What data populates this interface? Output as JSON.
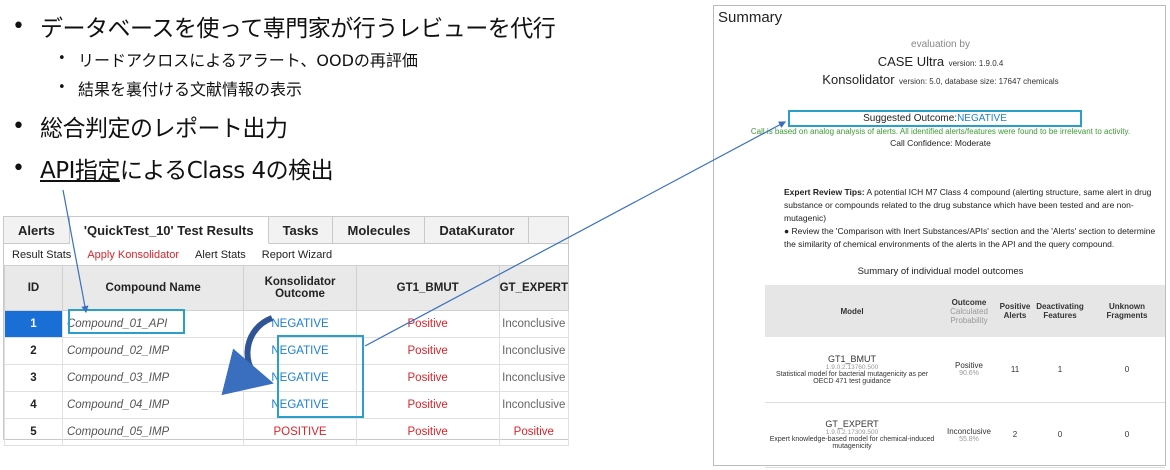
{
  "bullets": {
    "b1": "データベースを使って専門家が行うレビューを代行",
    "b1_sub1": "リードアクロスによるアラート、OODの再評価",
    "b1_sub2": "結果を裏付ける文献情報の表示",
    "b2": "総合判定のレポート出力",
    "b3_api": "API指定",
    "b3_rest": "によるClass 4の検出"
  },
  "app": {
    "tabs": [
      "Alerts",
      "'QuickTest_10' Test Results",
      "Tasks",
      "Molecules",
      "DataKurator"
    ],
    "subbar": [
      "Result Stats",
      "Apply Konsolidator",
      "Alert Stats",
      "Report Wizard"
    ],
    "columns": [
      "ID",
      "Compound Name",
      "Konsolidator Outcome",
      "GT1_BMUT",
      "GT_EXPERT"
    ],
    "rows": [
      {
        "id": "1",
        "name": "Compound_01_API",
        "outcome": "NEGATIVE",
        "gt1": "Positive",
        "expert": "Inconclusive"
      },
      {
        "id": "2",
        "name": "Compound_02_IMP",
        "outcome": "NEGATIVE",
        "gt1": "Positive",
        "expert": "Inconclusive"
      },
      {
        "id": "3",
        "name": "Compound_03_IMP",
        "outcome": "NEGATIVE",
        "gt1": "Positive",
        "expert": "Inconclusive"
      },
      {
        "id": "4",
        "name": "Compound_04_IMP",
        "outcome": "NEGATIVE",
        "gt1": "Positive",
        "expert": "Inconclusive"
      },
      {
        "id": "5",
        "name": "Compound_05_IMP",
        "outcome": "POSITIVE",
        "gt1": "Positive",
        "expert": "Positive"
      }
    ]
  },
  "summary": {
    "title": "Summary",
    "eval_by": "evaluation by",
    "case_ultra": "CASE Ultra",
    "case_ver": "version: 1.9.0.4",
    "konsolidator": "Konsolidator",
    "kons_ver": "version: 5.0, database size: 17647 chemicals",
    "suggested_label": "Suggested Outcome: ",
    "suggested_value": "NEGATIVE",
    "call_basis": "Call is based on analog analysis of alerts. All identified alerts/features were found to be irrelevant to activity.",
    "call_confidence": "Call Confidence: Moderate",
    "tips_label": "Expert Review Tips:",
    "tips_text": " A potential ICH M7 Class 4 compound (alerting structure, same alert in drug substance or compounds related to the drug substance which have been tested and are non-mutagenic)",
    "tips_bullet": "● Review the 'Comparison with Inert Substances/APIs' section and the 'Alerts' section to determine the similarity of chemical environments of the alerts in the API and the query compound.",
    "table_title": "Summary of individual model outcomes",
    "headers": {
      "model": "Model",
      "outcome": "Outcome",
      "outcome_sub": "Calculated Probability",
      "pos_alerts": "Positive Alerts",
      "deact": "Deactivating Features",
      "unknown": "Unknown Fragments"
    },
    "models": [
      {
        "name": "GT1_BMUT",
        "version": "1.9.0.2.13760.500",
        "desc": "Statistical model for bacterial mutagenicity as per OECD 471 test guidance",
        "outcome": "Positive",
        "prob": "90.6%",
        "pos": "11",
        "deact": "1",
        "unknown": "0"
      },
      {
        "name": "GT_EXPERT",
        "version": "1.9.0.2.17309.500",
        "desc": "Expert knowledge-based model for chemical-induced mutagenicity",
        "outcome": "Inconclusive",
        "prob": "55.8%",
        "pos": "2",
        "deact": "0",
        "unknown": "0"
      }
    ]
  },
  "colors": {
    "accent_box": "#2aa0c8",
    "selected": "#1a6fd6",
    "negative": "#1c7fd0",
    "positive": "#d9242b",
    "arrow": "#3a6fc0"
  }
}
